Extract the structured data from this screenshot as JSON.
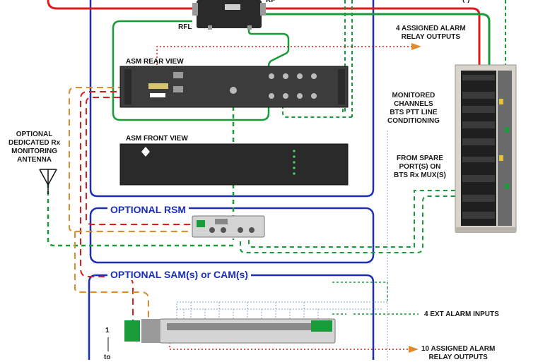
{
  "labels": {
    "rfl": "RFL",
    "rfl_right": "RF",
    "paren_mark": "(*)",
    "alarm_relay_4": "4 ASSIGNED ALARM\nRELAY OUTPUTS",
    "asm_rear": "ASM REAR VIEW",
    "asm_front": "ASM FRONT VIEW",
    "monitored": "MONITORED\nCHANNELS\nBTS PTT LINE\nCONDITIONING",
    "optional_antenna": "OPTIONAL\nDEDICATED Rx\nMONITORING\nANTENNA",
    "spare_port": "FROM SPARE\nPORT(S) ON\nBTS Rx MUX(S)",
    "optional_rsm": "OPTIONAL RSM",
    "optional_sam": "OPTIONAL SAM(s) or CAM(s)",
    "ext_alarm": "4 EXT ALARM INPUTS",
    "alarm_relay_10": "10 ASSIGNED ALARM\nRELAY OUTPUTS",
    "num_one": "1",
    "num_to": "to"
  },
  "colors": {
    "blue": "#1c2fb8",
    "red": "#e01b1b",
    "green": "#1a9b3a",
    "orange": "#e08a2a",
    "lightblue": "#8aa8d0",
    "panel": "#2a2a2a",
    "panel_light": "#3c3c3c",
    "rack": "#d8d4cc"
  }
}
